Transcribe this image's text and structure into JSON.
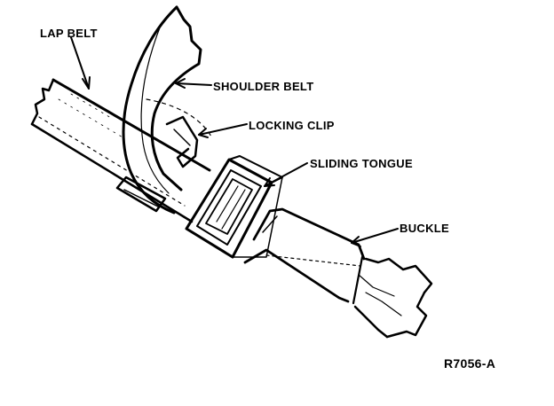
{
  "labels": {
    "lap_belt": "LAP BELT",
    "shoulder_belt": "SHOULDER BELT",
    "locking_clip": "LOCKING CLIP",
    "sliding_tongue": "SLIDING TONGUE",
    "buckle": "BUCKLE"
  },
  "figure_code": "R7056-A",
  "colors": {
    "ink": "#000000",
    "paper": "#ffffff"
  }
}
